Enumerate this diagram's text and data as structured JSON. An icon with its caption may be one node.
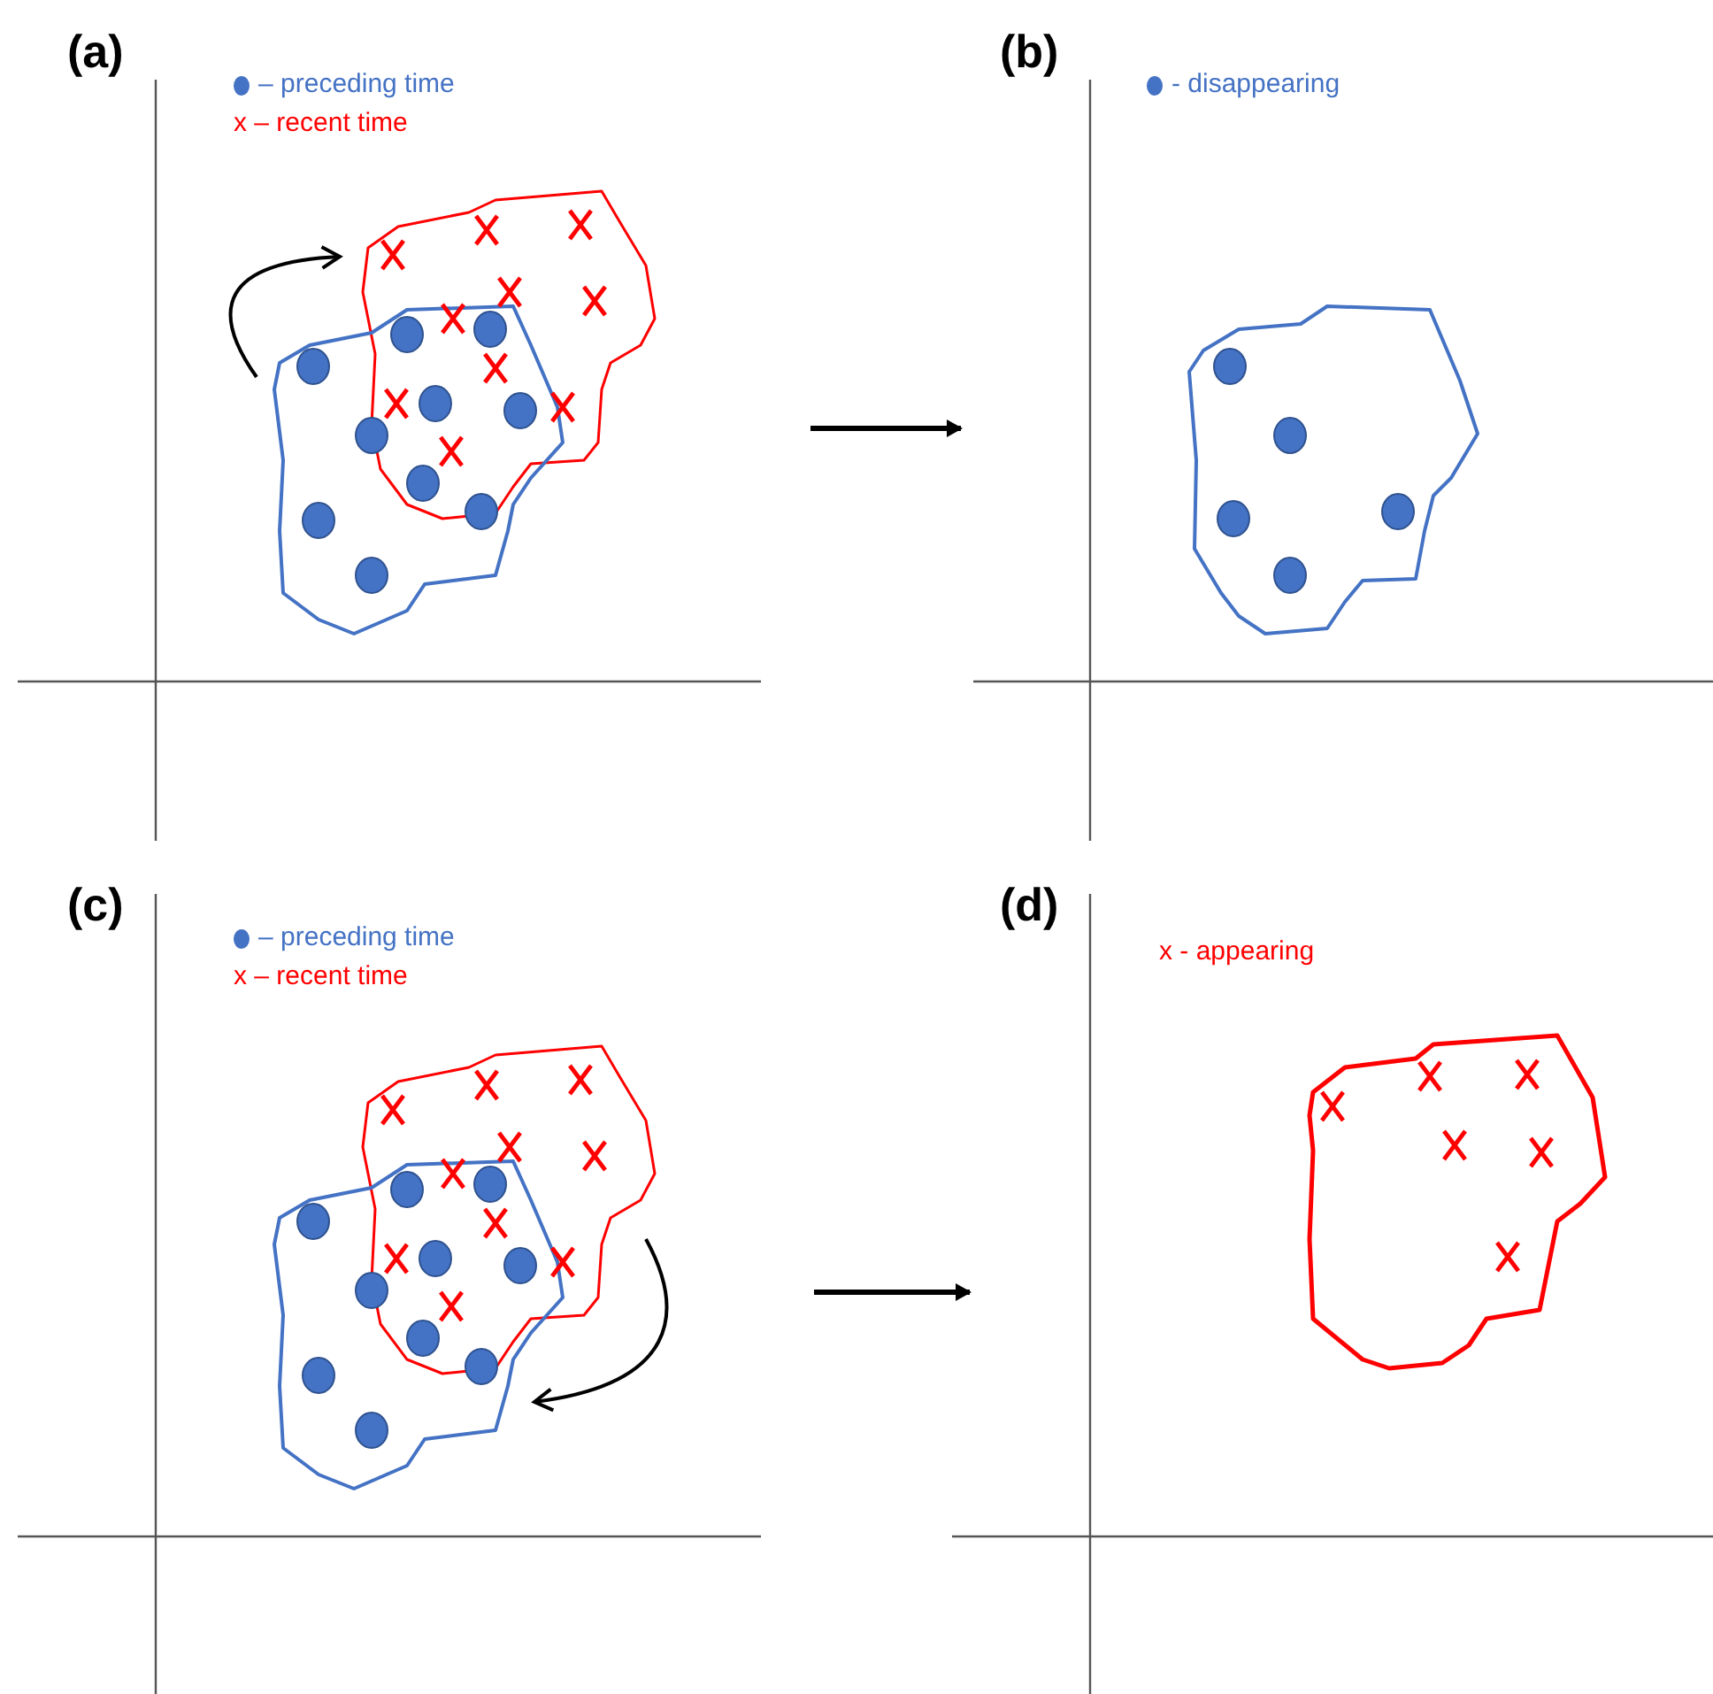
{
  "diagram": {
    "labels": [
      "(a)",
      "(b)",
      "(c)",
      "(d)"
    ],
    "legend": [
      {
        "text": "– preceding time",
        "color": "#4472c4"
      },
      {
        "text": "x – recent time"
      },
      {
        "text": "- disappearing",
        "color": "#4472c4"
      },
      {
        "text": "– preceding time",
        "color": "#4472c4"
      },
      {
        "text": "x – recent time"
      },
      {
        "text": "x - appearing"
      }
    ]
  }
}
